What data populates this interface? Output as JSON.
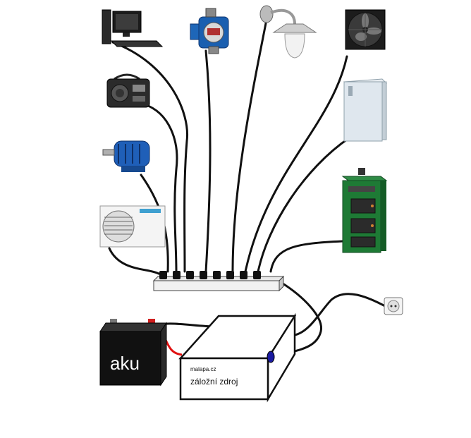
{
  "battery": {
    "label": "aku"
  },
  "ups": {
    "brand": "malapa.cz",
    "label": "záložní zdroj"
  },
  "devices": [
    {
      "id": "computer",
      "icon": "computer-icon"
    },
    {
      "id": "pump",
      "icon": "circulation-pump-icon"
    },
    {
      "id": "lamp",
      "icon": "wall-lamp-icon"
    },
    {
      "id": "fan",
      "icon": "wall-fan-icon"
    },
    {
      "id": "radio",
      "icon": "radio-icon"
    },
    {
      "id": "fridge",
      "icon": "fridge-icon"
    },
    {
      "id": "motor",
      "icon": "electric-motor-icon"
    },
    {
      "id": "boiler",
      "icon": "boiler-icon"
    },
    {
      "id": "ac",
      "icon": "air-conditioner-icon"
    }
  ],
  "power_strip": {
    "outlets": 8
  },
  "wall_socket": {
    "icon": "wall-socket-icon"
  },
  "colors": {
    "cable": "#111111",
    "battery_body": "#111111",
    "red_wire": "#e01010",
    "ups_indicator": "#1a1aa0",
    "boiler": "#1e7a35"
  }
}
